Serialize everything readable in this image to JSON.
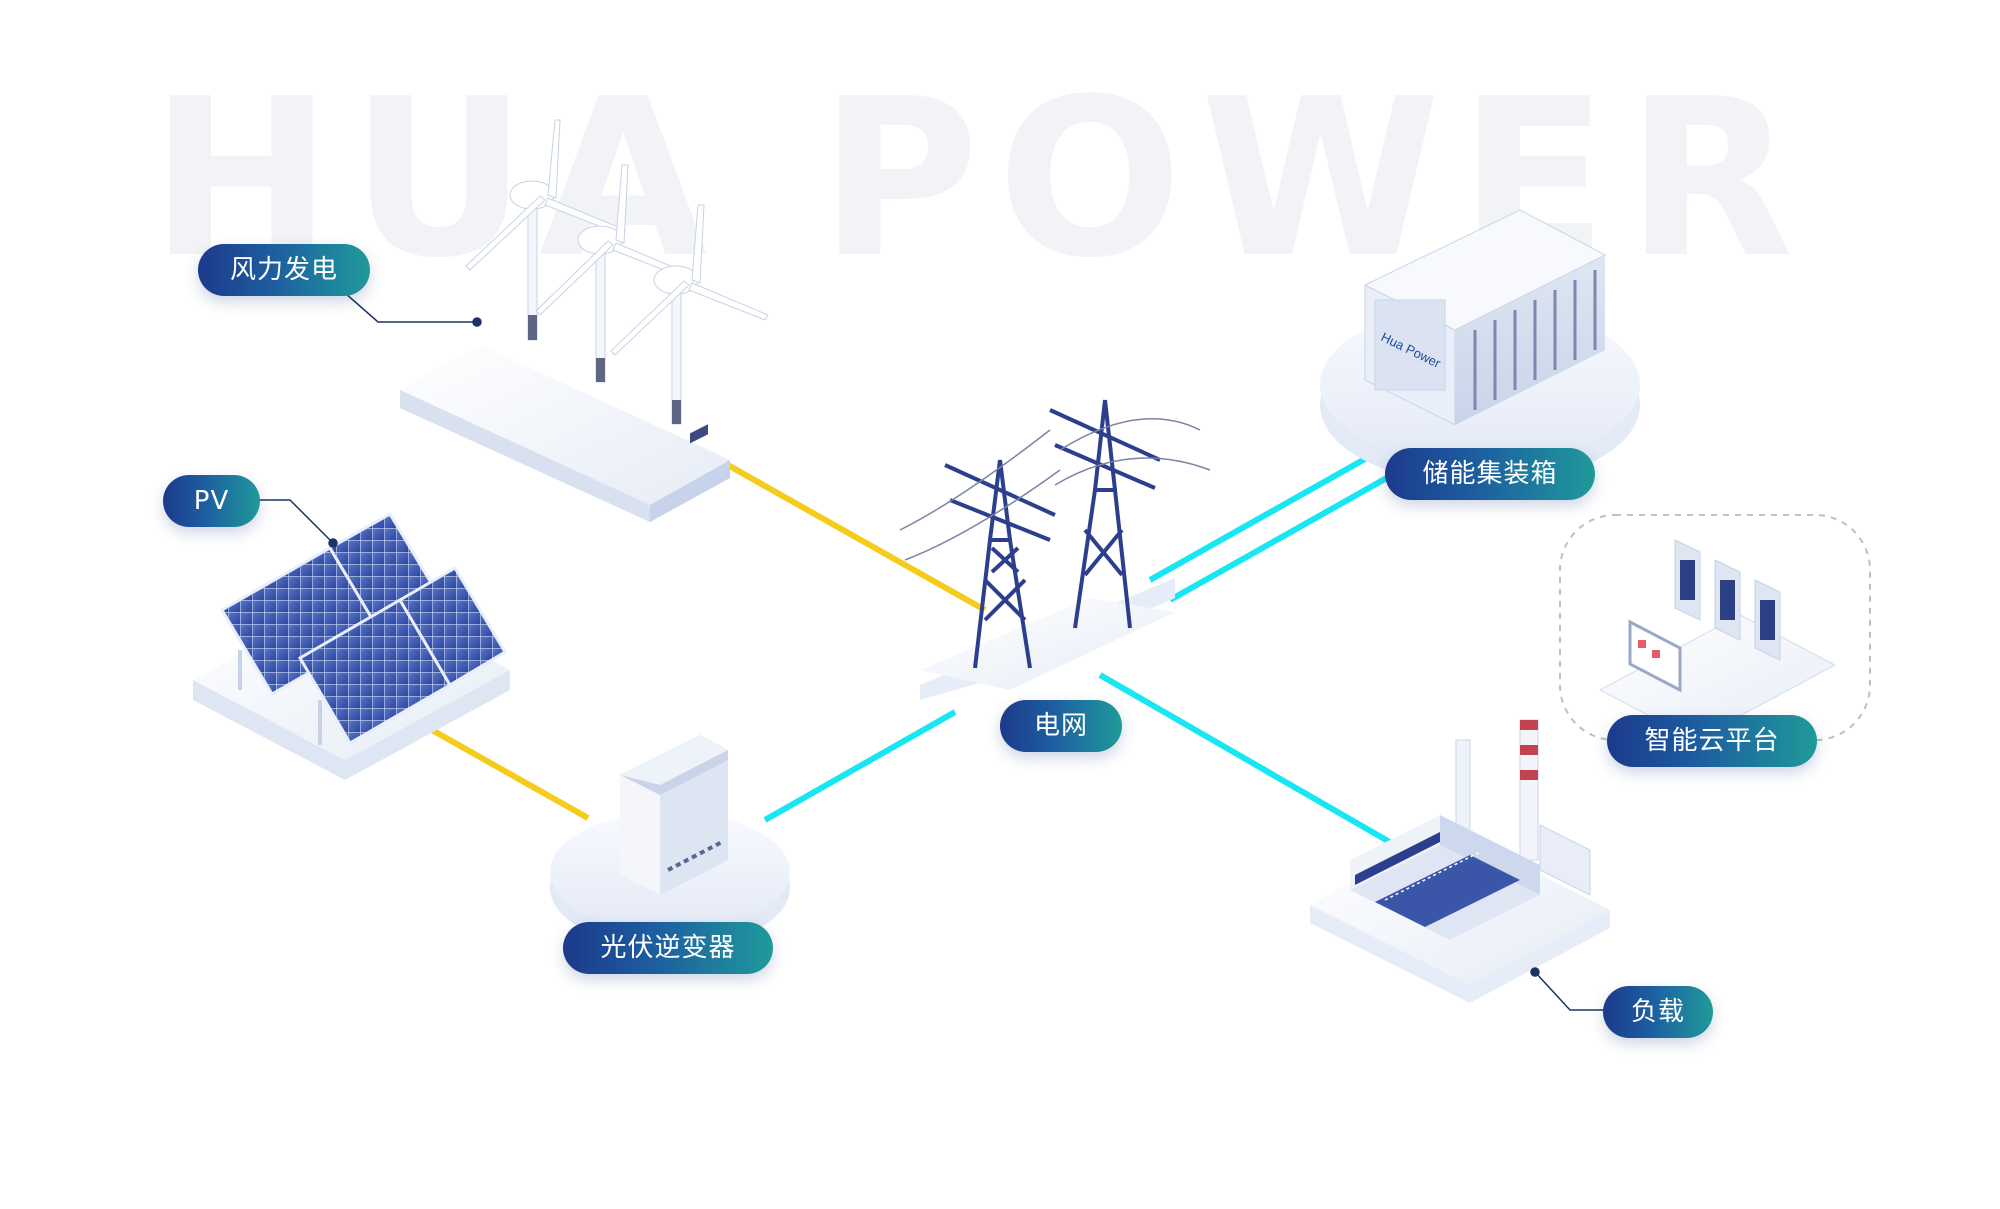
{
  "watermark": "HUA POWER",
  "storage_logo": "Hua Power",
  "labels": {
    "wind": "风力发电",
    "pv": "PV",
    "inverter": "光伏逆变器",
    "grid": "电网",
    "storage": "储能集装箱",
    "cloud": "智能云平台",
    "load": "负载"
  },
  "colors": {
    "green_link": "#f5cc1c",
    "cyan_link": "#18e6f2",
    "pill_start": "#1c3a8c",
    "pill_end": "#1f9a9a",
    "tower": "#2c3f8f"
  }
}
